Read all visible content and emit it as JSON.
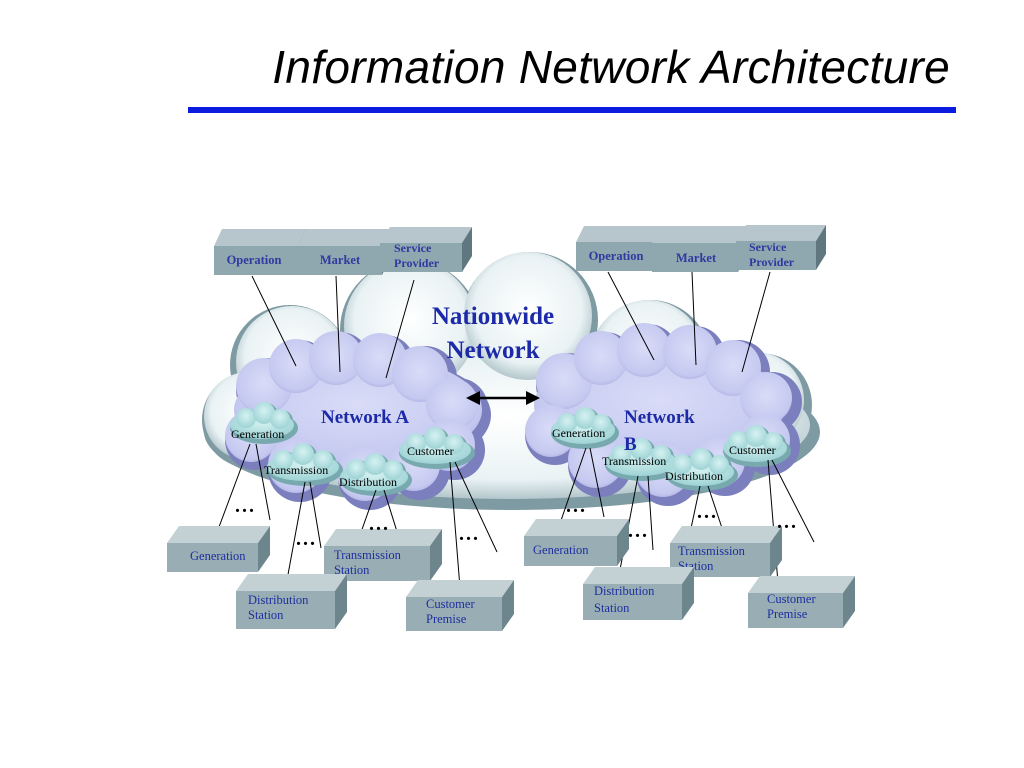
{
  "title": "Information Network Architecture",
  "nationwide": {
    "line1": "Nationwide",
    "line2": "Network"
  },
  "network_a": {
    "label": "Network A",
    "top_boxes": [
      "Operation",
      "Market",
      "Service",
      "Provider"
    ],
    "clouds": {
      "generation": "Generation",
      "transmission": "Transmission",
      "distribution": "Distribution",
      "customer": "Customer"
    },
    "stations": {
      "generation": "Generation",
      "transmission_1": "Transmission",
      "transmission_2": "Station",
      "distribution_1": "Distribution",
      "distribution_2": "Station",
      "customer_1": "Customer",
      "customer_2": "Premise"
    }
  },
  "network_b": {
    "label_1": "Network",
    "label_2": "B",
    "top_boxes": [
      "Operation",
      "Market",
      "Service",
      "Provider"
    ],
    "clouds": {
      "generation": "Generation",
      "transmission": "Transmission",
      "distribution": "Distribution",
      "customer": "Customer"
    },
    "stations": {
      "generation": "Generation",
      "transmission_1": "Transmission",
      "transmission_2": "Station",
      "distribution_1": "Distribution",
      "distribution_2": "Station",
      "customer_1": "Customer",
      "customer_2": "Premise"
    }
  },
  "ellipsis": "..."
}
